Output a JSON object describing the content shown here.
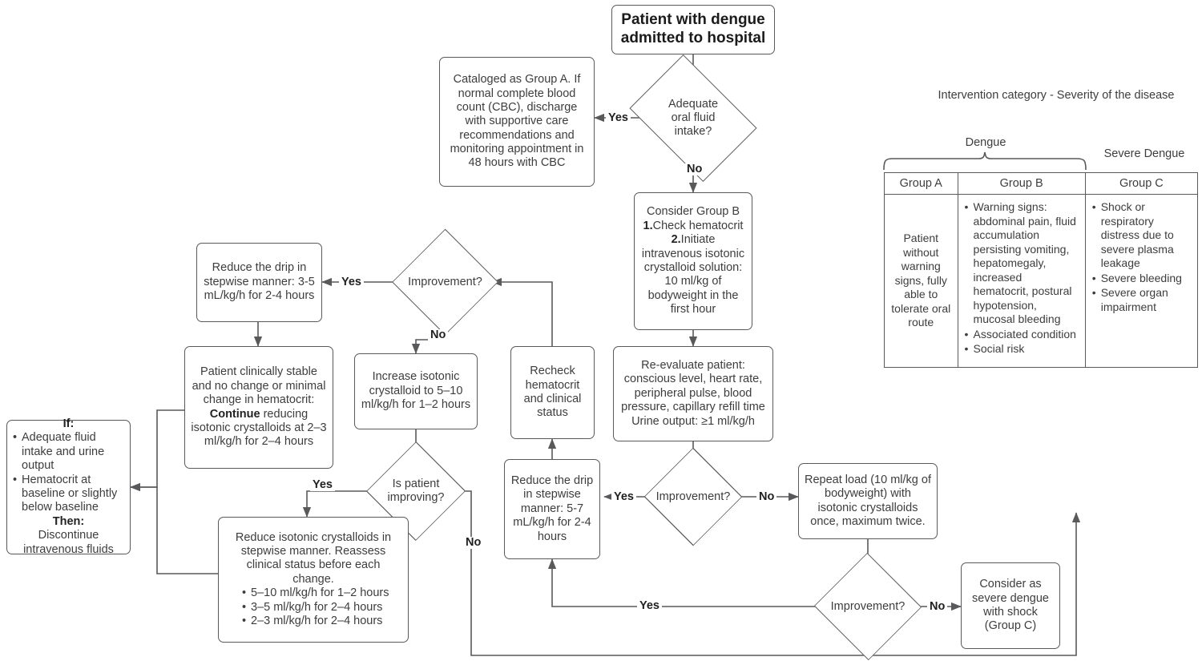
{
  "title": "Dengue fluid management flowchart",
  "nodes": {
    "start": "Patient with dengue admitted to hospital",
    "q_oral": "Adequate oral fluid intake?",
    "group_a": "Cataloged as Group A. If normal complete blood count (CBC), discharge with supportive care recommendations and monitoring appointment in 48 hours with CBC",
    "group_b_line1": "Consider Group B",
    "group_b_line2_num": "1.",
    "group_b_line2": "Check hematocrit",
    "group_b_line3_num": "2.",
    "group_b_line3": "Initiate",
    "group_b_rest": "intravenous isotonic crystalloid solution: 10 ml/kg of bodyweight in the first hour",
    "reevaluate_l1": "Re-evaluate patient:",
    "reevaluate_l2": "conscious level, heart rate, peripheral pulse, blood pressure, capillary refill time",
    "reevaluate_l3": "Urine output: ≥1 ml/kg/h",
    "q_improve_mid": "Improvement?",
    "reduce_drip_57": "Reduce the drip in stepwise manner: 5-7 mL/kg/h for 2-4 hours",
    "recheck": "Recheck hematocrit and clinical status",
    "q_improve_top": "Improvement?",
    "reduce_drip_35": "Reduce the drip in stepwise manner: 3-5 mL/kg/h for 2-4 hours",
    "increase": "Increase isotonic crystalloid to 5–10 ml/kg/h for 1–2 hours",
    "stable_pre": "Patient clinically stable and no change or minimal change in hematocrit: ",
    "stable_bold": "Continue",
    "stable_post": " reducing isotonic crystalloids at 2–3 ml/kg/h for 2–4 hours",
    "q_is_improving": "Is patient improving?",
    "reduce_iso_head": "Reduce isotonic crystalloids in stepwise manner. Reassess clinical status before each change.",
    "reduce_iso_bullets": [
      "5–10 ml/kg/h for 1–2 hours",
      "3–5 ml/kg/h for 2–4 hours",
      "2–3 ml/kg/h for 2–4 hours"
    ],
    "if_then_if": "If:",
    "if_then_bullets": [
      "Adequate fluid intake and urine output",
      "Hematocrit at baseline or slightly below baseline"
    ],
    "if_then_then": "Then:",
    "if_then_action": "Discontinue intravenous fluids",
    "repeat_load": "Repeat load (10 ml/kg of bodyweight) with isotonic crystalloids once, maximum twice.",
    "q_improve_bottom": "Improvement?",
    "severe": "Consider as severe dengue with shock (Group C)"
  },
  "edge_labels": {
    "yes": "Yes",
    "no": "No"
  },
  "table": {
    "title": "Intervention category - Severity of the disease",
    "bracket_label": "Dengue",
    "severe_label": "Severe Dengue",
    "headers": [
      "Group A",
      "Group B",
      "Group C"
    ],
    "group_a_text": "Patient without warning signs, fully able to tolerate oral route",
    "group_b_items": [
      "Warning signs: abdominal pain, fluid accumulation persisting vomiting, hepatomegaly, increased hematocrit, postural hypotension, mucosal bleeding",
      "Associated condition",
      "Social risk"
    ],
    "group_c_items": [
      "Shock or respiratory distress due to severe plasma leakage",
      "Severe bleeding",
      "Severe organ impairment"
    ]
  },
  "colors": {
    "stroke": "#59595c",
    "text": "#3d3d3d",
    "label": "#1f1f1f",
    "background": "#ffffff"
  }
}
